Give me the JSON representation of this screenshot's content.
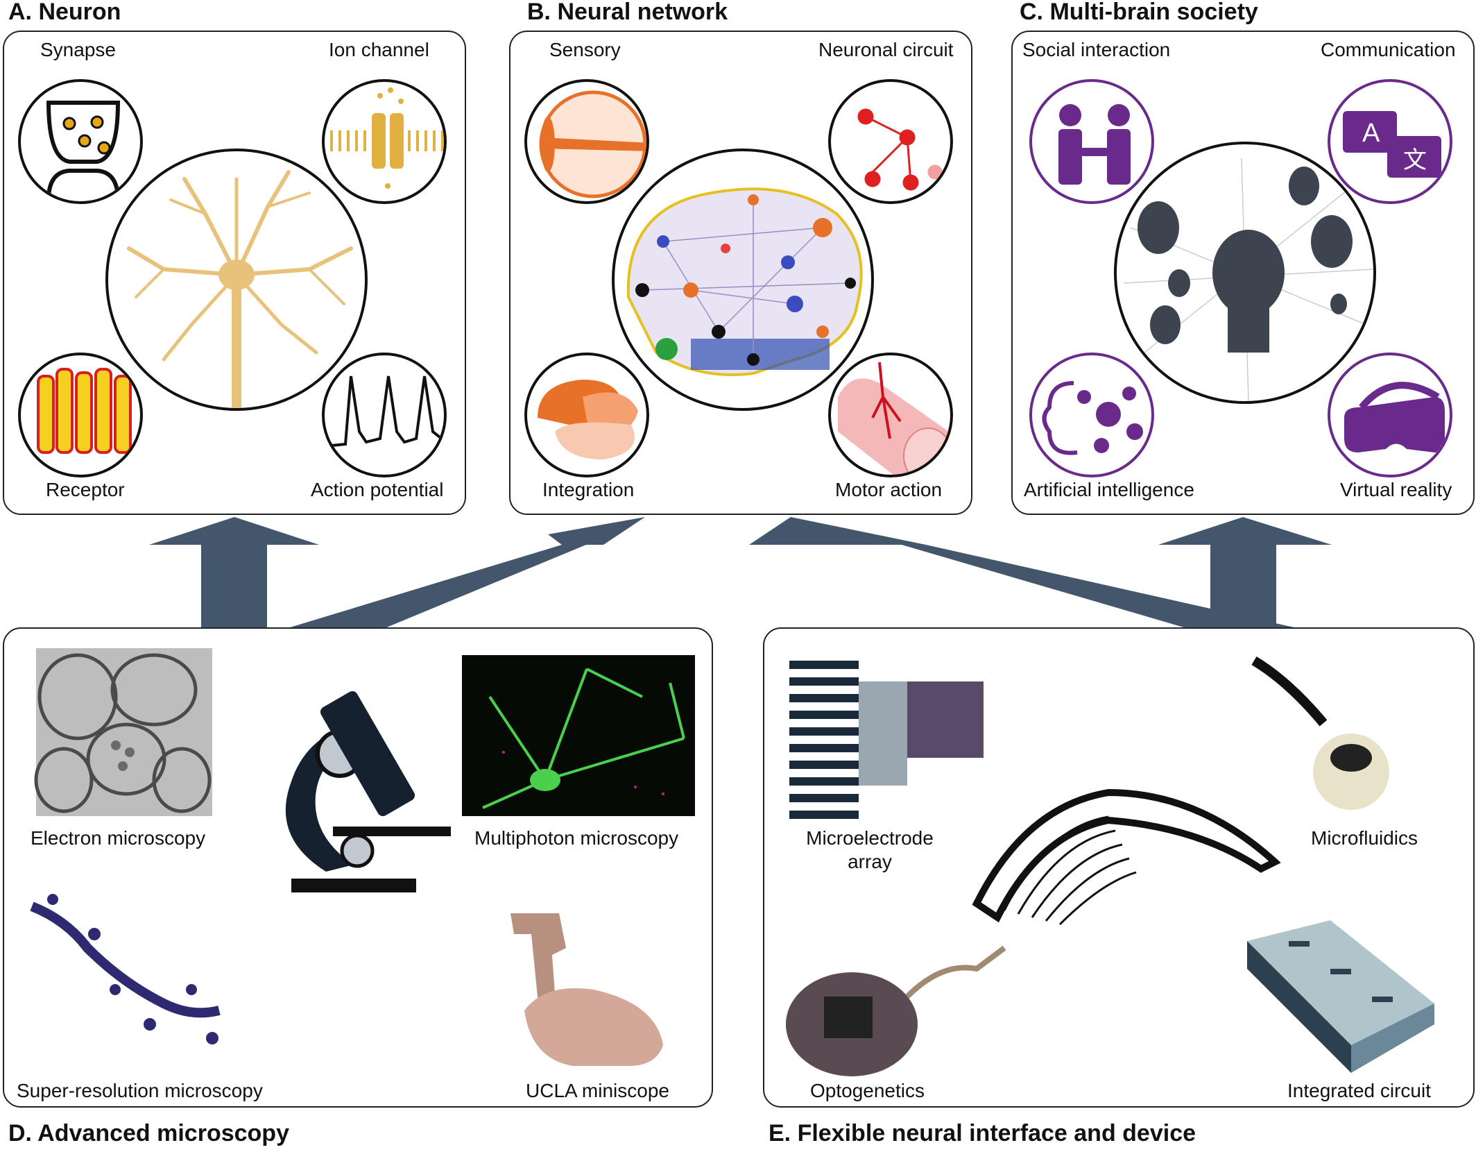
{
  "panels": {
    "a": {
      "title": "A. Neuron",
      "labels": [
        "Synapse",
        "Ion channel",
        "Receptor",
        "Action potential"
      ]
    },
    "b": {
      "title": "B. Neural network",
      "labels": [
        "Sensory",
        "Neuronal circuit",
        "Integration",
        "Motor action"
      ]
    },
    "c": {
      "title": "C. Multi-brain society",
      "labels": [
        "Social interaction",
        "Communication",
        "Artificial intelligence",
        "Virtual reality"
      ]
    },
    "d": {
      "title": "D. Advanced microscopy",
      "labels": [
        "Electron microscopy",
        "Multiphoton microscopy",
        "Super-resolution microscopy",
        "UCLA miniscope"
      ]
    },
    "e": {
      "title": "E. Flexible neural interface and device",
      "labels": [
        "Microelectrode",
        "array",
        "Microfluidics",
        "Optogenetics",
        "Integrated circuit"
      ]
    }
  },
  "glyphs": {
    "translate_latin": "A",
    "translate_cjk": "文"
  },
  "colors": {
    "arrow": "#44566c",
    "neuron": "#e8c27a",
    "ion": "#e0b040",
    "receptor": "#f5d020",
    "receptor_edge": "#d92020",
    "purple": "#6a2a8c",
    "orange": "#e8712a",
    "red": "#e02020"
  }
}
